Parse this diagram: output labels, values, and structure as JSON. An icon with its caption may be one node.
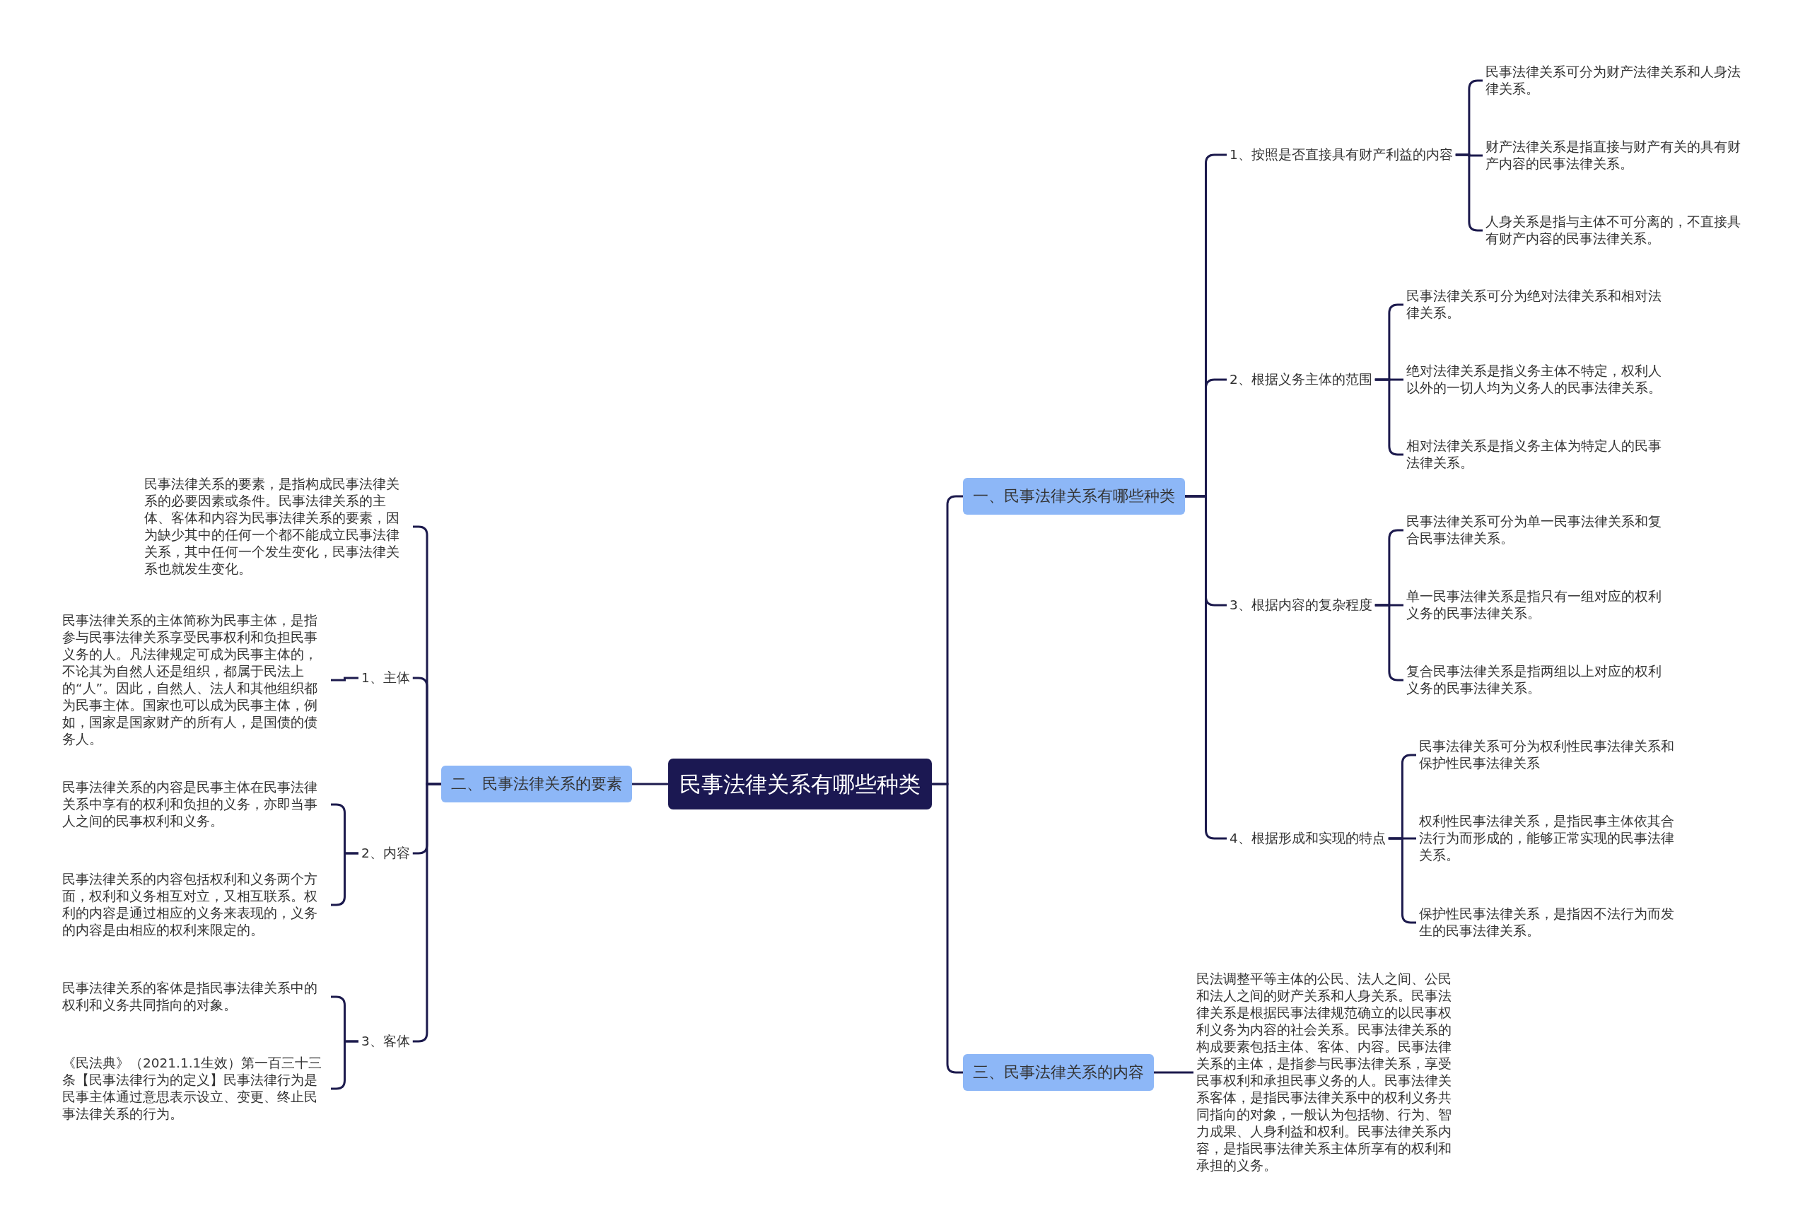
{
  "diagram": {
    "nodes": [
      {
        "text": [
          "民事法律关系有哪些种类"
        ]
      },
      {
        "text": [
          "一、民事法律关系有哪些种类"
        ]
      },
      {
        "text": [
          "1、按照是否直接具有财产利益的内容"
        ]
      },
      {
        "text": [
          "民事法律关系可分为财产法律关系和人身法律关系。"
        ]
      },
      {
        "text": [
          "财产法律关系是指直接与财产有关的具有财产内容的民事法律关系。"
        ]
      },
      {
        "text": [
          "人身关系是指与主体不可分离的，不直接具有财产内容的民事法律关系。"
        ]
      },
      {
        "text": [
          "2、根据义务主体的范围"
        ]
      },
      {
        "text": [
          "民事法律关系可分为绝对法律关系和相对法律关系。"
        ]
      },
      {
        "text": [
          "绝对法律关系是指义务主体不特定，权利人以外的一切人均为义务人的民事法律关系。"
        ]
      },
      {
        "text": [
          "相对法律关系是指义务主体为特定人的民事法律关系。"
        ]
      },
      {
        "text": [
          "3、根据内容的复杂程度"
        ]
      },
      {
        "text": [
          "民事法律关系可分为单一民事法律关系和复合民事法律关系。"
        ]
      },
      {
        "text": [
          "单一民事法律关系是指只有一组对应的权利义务的民事法律关系。"
        ]
      },
      {
        "text": [
          "复合民事法律关系是指两组以上对应的权利义务的民事法律关系。"
        ]
      },
      {
        "text": [
          "4、根据形成和实现的特点"
        ]
      },
      {
        "text": [
          "民事法律关系可分为权利性民事法律关系和保护性民事法律关系"
        ]
      },
      {
        "text": [
          "权利性民事法律关系，是指民事主体依其合法行为而形成的，能够正常实现的民事法律关系。"
        ]
      },
      {
        "text": [
          "保护性民事法律关系，是指因不法行为而发生的民事法律关系。"
        ]
      },
      {
        "text": [
          "三、民事法律关系的内容"
        ]
      },
      {
        "text": [
          "民法调整平等主体的公民、法人之间、公民和法人之间的财产关系和人身关系。民事法律关系是根据民事法律规范确立的以民事权利义务为内容的社会关系。民事法律关系的构成要素包括主体、客体、内容。民事法律关系的主体，是指参与民事法律关系，享受民事权利和承担民事义务的人。民事法律关系客体，是指民事法律关系中的权利义务共同指向的对象，一般认为包括物、行为、智力成果、人身利益和权利。民事法律关系内容，是指民事法律关系主体所享有的权利和承担的义务。"
        ]
      },
      {
        "text": [
          "二、民事法律关系的要素"
        ]
      },
      {
        "text": [
          "民事法律关系的要素，是指构成民事法律关系的必要因素或条件。民事法律关系的主体、客体和内容为民事法律关系的要素，因为缺少其中的任何一个都不能成立民事法律关系，其中任何一个发生变化，民事法律关系也就发生变化。"
        ]
      },
      {
        "text": [
          "1、主体"
        ]
      },
      {
        "text": [
          "民事法律关系的主体简称为民事主体，是指参与民事法律关系享受民事权利和负担民事义务的人。凡法律规定可成为民事主体的，不论其为自然人还是组织，都属于民法上的“人”。因此，自然人、法人和其他组织都为民事主体。国家也可以成为民事主体，例如，国家是国家财产的所有人，是国债的债务人。"
        ]
      },
      {
        "text": [
          "2、内容"
        ]
      },
      {
        "text": [
          "民事法律关系的内容是民事主体在民事法律关系中享有的权利和负担的义务，亦即当事人之间的民事权利和义务。"
        ]
      },
      {
        "text": [
          "民事法律关系的内容包括权利和义务两个方面，权利和义务相互对立，又相互联系。权利的内容是通过相应的义务来表现的，义务的内容是由相应的权利来限定的。"
        ]
      },
      {
        "text": [
          "3、客体"
        ]
      },
      {
        "text": [
          "民事法律关系的客体是指民事法律关系中的权利和义务共同指向的对象。"
        ]
      },
      {
        "text": [
          "《民法典》（2021.1.1生效）第一百三十三条【民事法律行为的定义】民事法律行为是民事主体通过意思表示设立、变更、终止民事法律关系的行为。"
        ]
      }
    ],
    "edges": [
      {
        "from": 0,
        "to": 1,
        "arrow": "none"
      },
      {
        "from": 1,
        "to": 2,
        "arrow": "none"
      },
      {
        "from": 2,
        "to": 3,
        "arrow": "none"
      },
      {
        "from": 2,
        "to": 4,
        "arrow": "none"
      },
      {
        "from": 2,
        "to": 5,
        "arrow": "none"
      },
      {
        "from": 1,
        "to": 6,
        "arrow": "none"
      },
      {
        "from": 6,
        "to": 7,
        "arrow": "none"
      },
      {
        "from": 6,
        "to": 8,
        "arrow": "none"
      },
      {
        "from": 6,
        "to": 9,
        "arrow": "none"
      },
      {
        "from": 1,
        "to": 10,
        "arrow": "none"
      },
      {
        "from": 10,
        "to": 11,
        "arrow": "none"
      },
      {
        "from": 10,
        "to": 12,
        "arrow": "none"
      },
      {
        "from": 10,
        "to": 13,
        "arrow": "none"
      },
      {
        "from": 1,
        "to": 14,
        "arrow": "none"
      },
      {
        "from": 14,
        "to": 15,
        "arrow": "none"
      },
      {
        "from": 14,
        "to": 16,
        "arrow": "none"
      },
      {
        "from": 14,
        "to": 17,
        "arrow": "none"
      },
      {
        "from": 0,
        "to": 18,
        "arrow": "none"
      },
      {
        "from": 18,
        "to": 19,
        "arrow": "none"
      },
      {
        "from": 0,
        "to": 20,
        "arrow": "none"
      },
      {
        "from": 20,
        "to": 21,
        "arrow": "none"
      },
      {
        "from": 20,
        "to": 22,
        "arrow": "none"
      },
      {
        "from": 22,
        "to": 23,
        "arrow": "none"
      },
      {
        "from": 20,
        "to": 24,
        "arrow": "none"
      },
      {
        "from": 24,
        "to": 25,
        "arrow": "none"
      },
      {
        "from": 24,
        "to": 26,
        "arrow": "none"
      },
      {
        "from": 20,
        "to": 27,
        "arrow": "none"
      },
      {
        "from": 27,
        "to": 28,
        "arrow": "none"
      },
      {
        "from": 27,
        "to": 29,
        "arrow": "none"
      }
    ]
  }
}
